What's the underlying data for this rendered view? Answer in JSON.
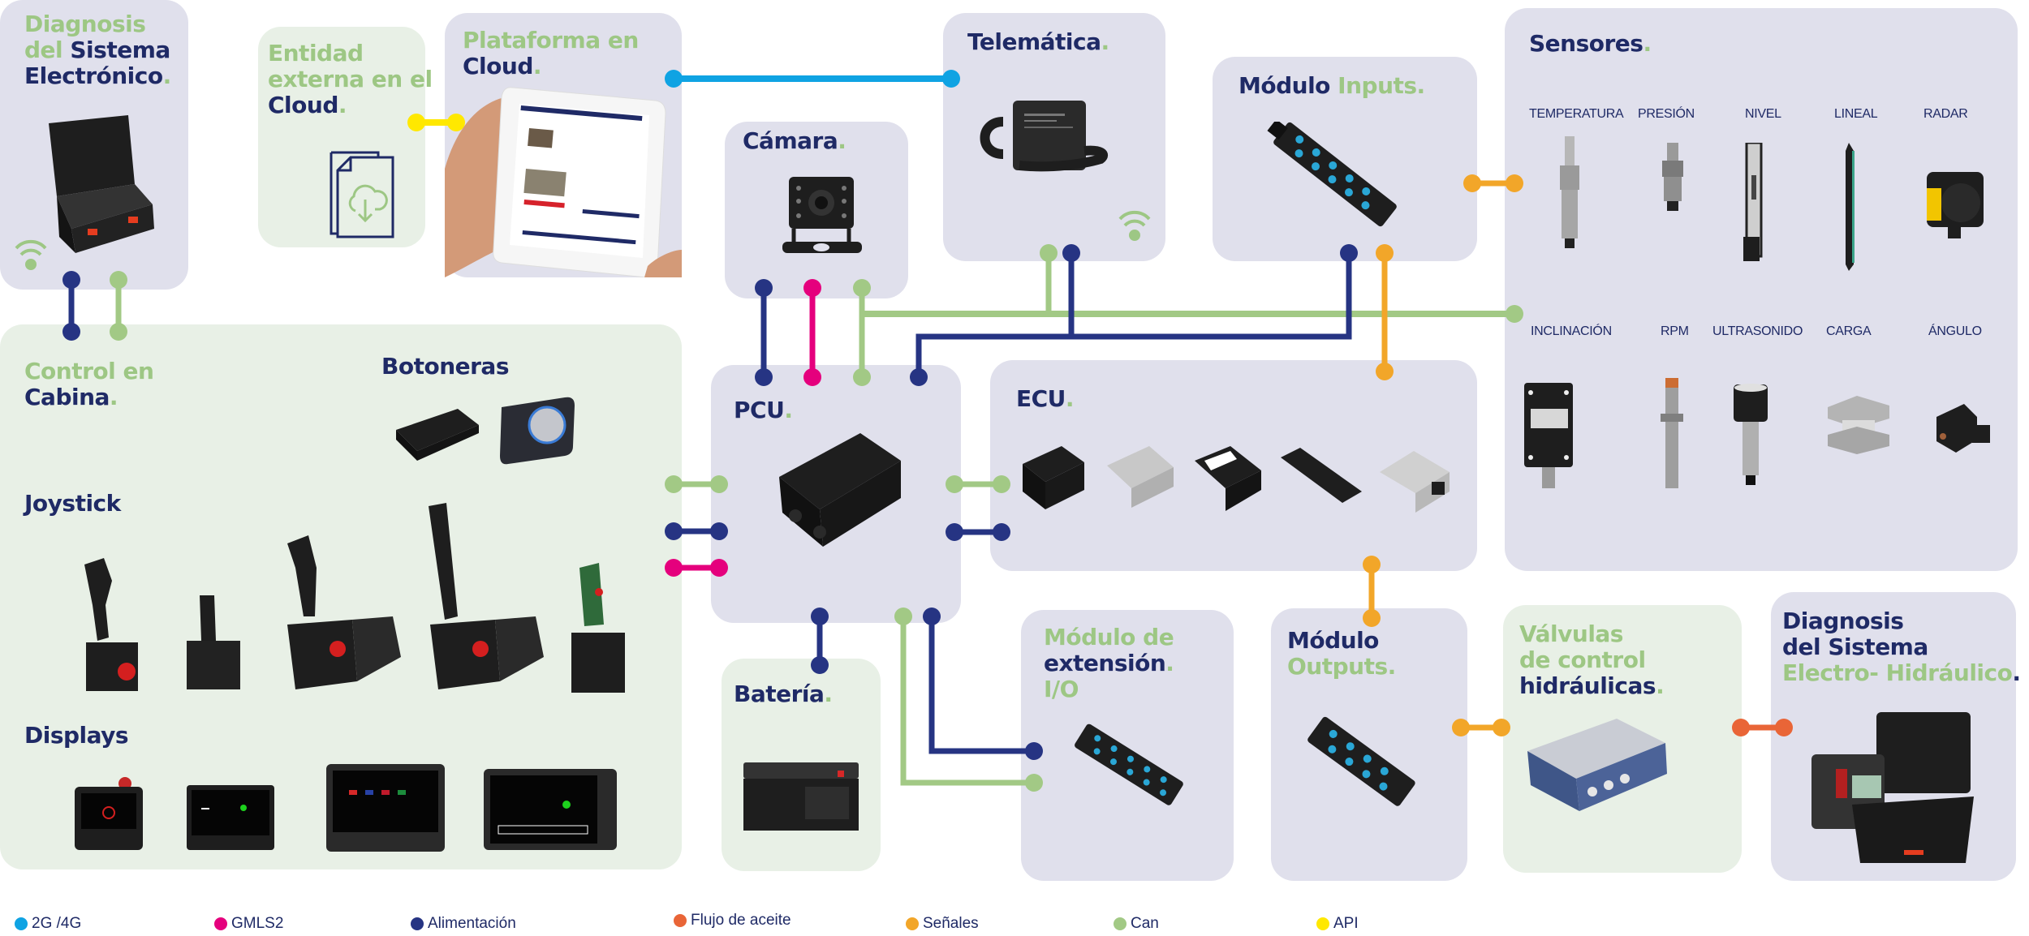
{
  "colors": {
    "navy": "#1f2a66",
    "green": "#9dc784",
    "lavender_card": "#e0e0ec",
    "mint_card": "#e8f0e6",
    "wire_2g4g": "#0fa3e3",
    "wire_gmls2": "#e5007d",
    "wire_alimentacion": "#263483",
    "wire_flujo_aceite": "#e96537",
    "wire_senales": "#f2a629",
    "wire_can": "#a2c985",
    "wire_api": "#ffe800"
  },
  "cards": {
    "diag_electronico": {
      "line1": "Diagnosis",
      "line2a": "del ",
      "line2b": "Sistema",
      "line3": "Electrónico",
      "dot": "."
    },
    "entidad_cloud": {
      "line1": "Entidad",
      "line2": "externa en el",
      "line3": "Cloud",
      "dot": "."
    },
    "plataforma_cloud": {
      "line1": "Plataforma en",
      "line2": "Cloud",
      "dot": "."
    },
    "telematica": {
      "line1": "Telemática",
      "dot": "."
    },
    "camara": {
      "line1": "Cámara",
      "dot": "."
    },
    "modulo_inputs": {
      "line1a": "Módulo ",
      "line1b": "Inputs."
    },
    "sensores": {
      "title": "Sensores",
      "dot": ".",
      "row1": [
        "TEMPERATURA",
        "PRESIÓN",
        "NIVEL",
        "LINEAL",
        "RADAR"
      ],
      "row2": [
        "INCLINACIÓN",
        "RPM",
        "ULTRASONIDO",
        "CARGA",
        "ÁNGULO"
      ]
    },
    "control_cabina": {
      "line1": "Control en",
      "line2": "Cabina",
      "dot": ".",
      "botoneras": "Botoneras",
      "joystick": "Joystick",
      "displays": "Displays"
    },
    "pcu": {
      "line1": "PCU",
      "dot": "."
    },
    "ecu": {
      "line1": "ECU",
      "dot": "."
    },
    "bateria": {
      "line1": "Batería",
      "dot": "."
    },
    "modulo_extension": {
      "line1": "Módulo de",
      "line2": "extensión",
      "dot": ".",
      "line3": "I/O"
    },
    "modulo_outputs": {
      "line1": "Módulo",
      "line2": "Outputs."
    },
    "valvulas": {
      "line1": "Válvulas",
      "line2": "de control",
      "line3": "hidráulicas",
      "dot": "."
    },
    "diag_hidraulico": {
      "line1": "Diagnosis",
      "line2": "del Sistema",
      "line3": "Electro- Hidráulico",
      "dot": "."
    }
  },
  "legend": [
    {
      "label": "2G /4G",
      "color": "#0fa3e3"
    },
    {
      "label": "GMLS2",
      "color": "#e5007d"
    },
    {
      "label": "Alimentación",
      "color": "#263483"
    },
    {
      "label": "Flujo de aceite",
      "color": "#e96537"
    },
    {
      "label": "Señales",
      "color": "#f2a629"
    },
    {
      "label": "Can",
      "color": "#a2c985"
    },
    {
      "label": "API",
      "color": "#ffe800"
    }
  ],
  "icons": {
    "wifi": "wifi-icon",
    "cloud_doc": "cloud-download-document-icon"
  }
}
